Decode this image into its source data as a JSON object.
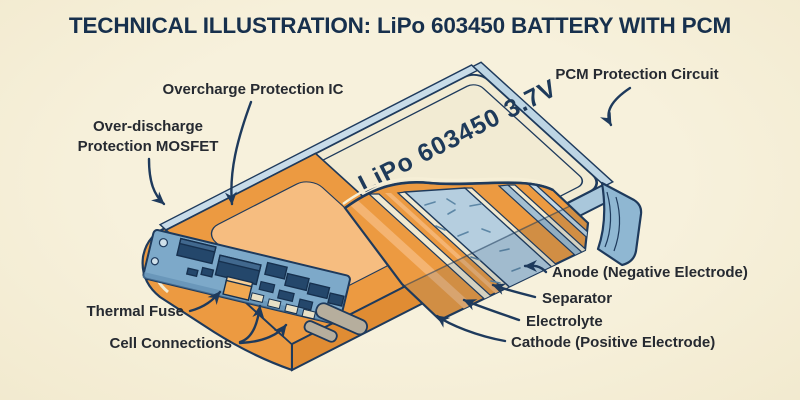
{
  "title": "TECHNICAL ILLUSTRATION: LiPo 603450 BATTERY WITH PCM",
  "battery": {
    "model_label": "LiPo 603450 3.7V"
  },
  "labels": {
    "overcharge_ic": "Overcharge Protection IC",
    "overdischarge_line1": "Over-discharge",
    "overdischarge_line2": "Protection MOSFET",
    "pcm_circuit": "PCM Protection Circuit",
    "thermal_fuse": "Thermal Fuse",
    "cell_connections": "Cell Connections",
    "anode": "Anode (Negative Electrode)",
    "separator": "Separator",
    "electrolyte": "Electrolyte",
    "cathode": "Cathode (Positive Electrode)"
  },
  "colors": {
    "background": "#f6efd9",
    "outline_navy": "#1e3a5c",
    "title_navy": "#17304d",
    "label_text": "#262a31",
    "pouch_cream": "#f2ebd3",
    "wrap_orange": "#ec9a41",
    "wrap_orange_light": "#f6bd80",
    "layer_blue": "#b5cedf",
    "seal_blue": "#a9c7db",
    "pcb_blue": "#7da9c9",
    "component_navy": "#24476b",
    "pad_cream": "#e9e1c6",
    "tab_gray": "#b6ae9d"
  }
}
